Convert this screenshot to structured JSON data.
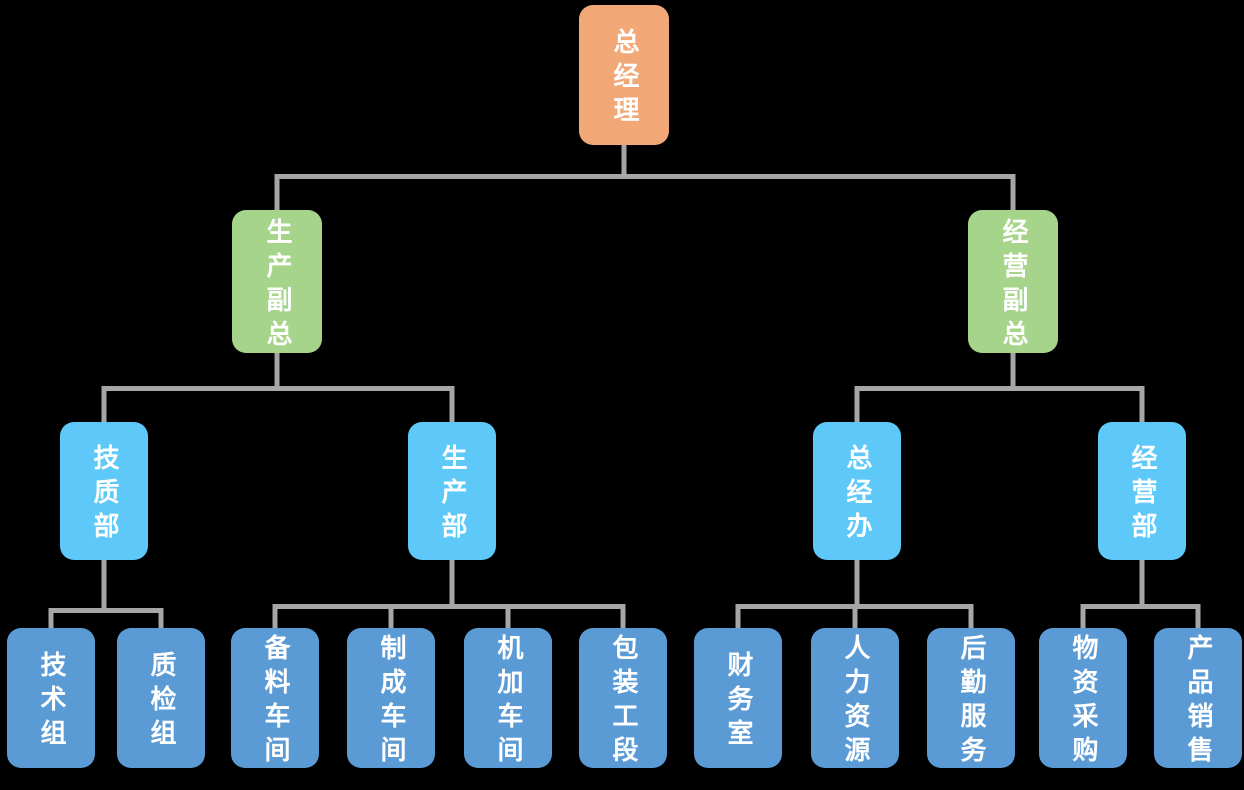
{
  "colors": {
    "background": "#000000",
    "root": "#F2A876",
    "vp": "#A5D48A",
    "department": "#5EC9F8",
    "unit": "#5B9BD5",
    "connector": "#A6A6A6",
    "text": "#FFFFFF"
  },
  "org": {
    "root": {
      "label": "总经理"
    },
    "vps": [
      {
        "label": "生产副总",
        "parent": "总经理"
      },
      {
        "label": "经营副总",
        "parent": "总经理"
      }
    ],
    "departments": [
      {
        "label": "技质部",
        "parent": "生产副总"
      },
      {
        "label": "生产部",
        "parent": "生产副总"
      },
      {
        "label": "总经办",
        "parent": "经营副总"
      },
      {
        "label": "经营部",
        "parent": "经营副总"
      }
    ],
    "units": [
      {
        "label": "技术组",
        "parent": "技质部"
      },
      {
        "label": "质检组",
        "parent": "技质部"
      },
      {
        "label": "备料车间",
        "parent": "生产部"
      },
      {
        "label": "制成车间",
        "parent": "生产部"
      },
      {
        "label": "机加车间",
        "parent": "生产部"
      },
      {
        "label": "包装工段",
        "parent": "生产部"
      },
      {
        "label": "财务室",
        "parent": "总经办"
      },
      {
        "label": "人力资源",
        "parent": "总经办"
      },
      {
        "label": "后勤服务",
        "parent": "总经办"
      },
      {
        "label": "物资采购",
        "parent": "经营部"
      },
      {
        "label": "产品销售",
        "parent": "经营部"
      }
    ]
  }
}
